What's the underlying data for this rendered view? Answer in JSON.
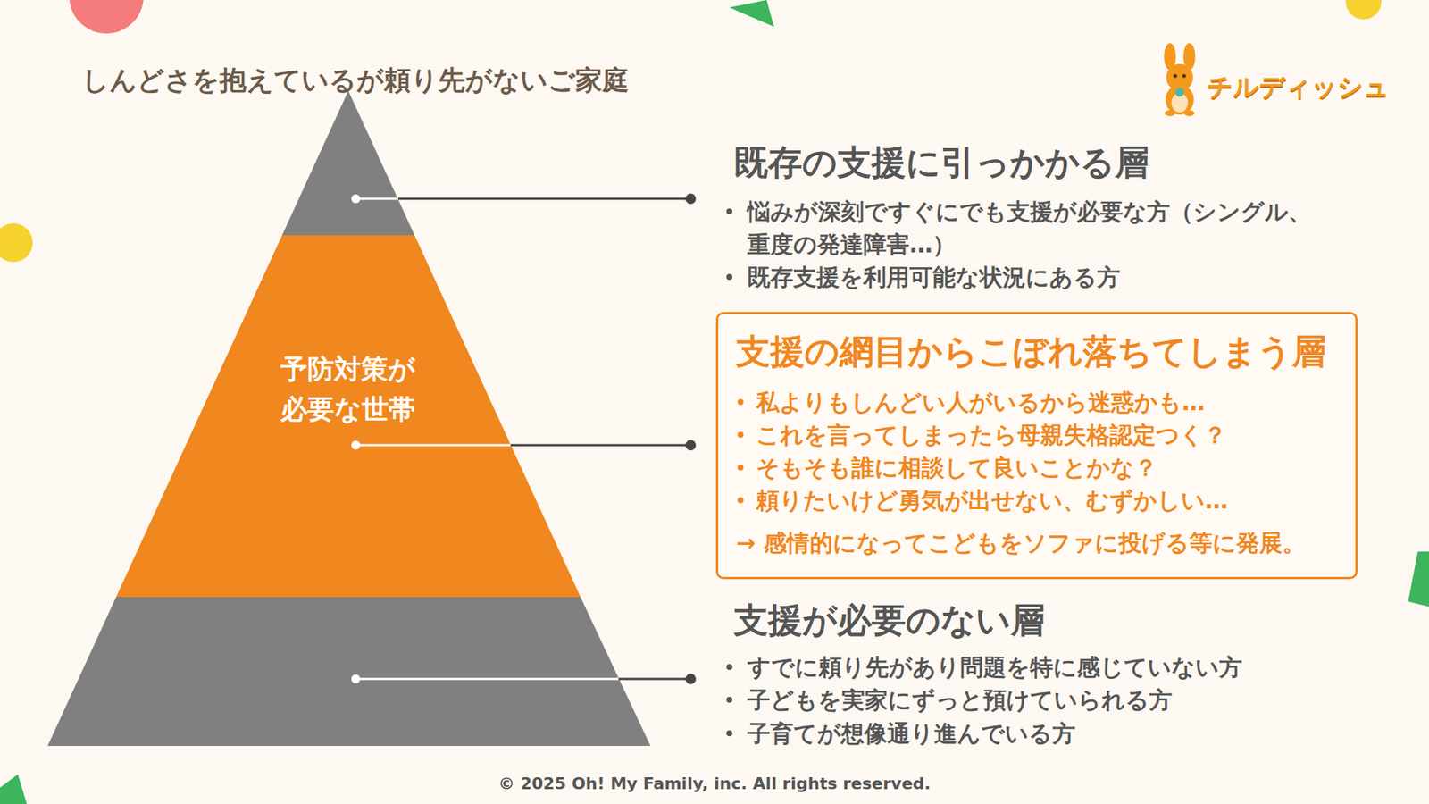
{
  "diagram": {
    "title": "しんどさを抱えているが頼り先がないご家庭",
    "nodes": [
      {
        "text": [
          "予防対策が 必要な世帯"
        ]
      },
      {
        "text": [
          "支援の網目からこぼれ落ちてしまう層",
          "私よりもしんどい人がいるから迷惑かも…",
          "これを言ってしまったら母親失格認定つく？",
          "そもそも誰に相談して良いことかな？",
          "頼りたいけど勇気が出せない、むずかしい…",
          "→ 感情的になってこどもをソファに投げる等に発展。"
        ]
      }
    ],
    "labels": [
      "チルディッシュ",
      "既存の支援に引っかかる層",
      "悩みが深刻ですぐにでも支援が必要な方（シングル、 重度の発達障害…）",
      "既存支援を利用可能な状況にある方",
      "支援が必要のない層",
      "すでに頼り先があり問題を特に感じていない方",
      "子どもを実家にずっと預けていられる方",
      "子育てが想像通り進んでいる方",
      "© 2025 Oh! My Family, inc. All rights reserved."
    ]
  }
}
